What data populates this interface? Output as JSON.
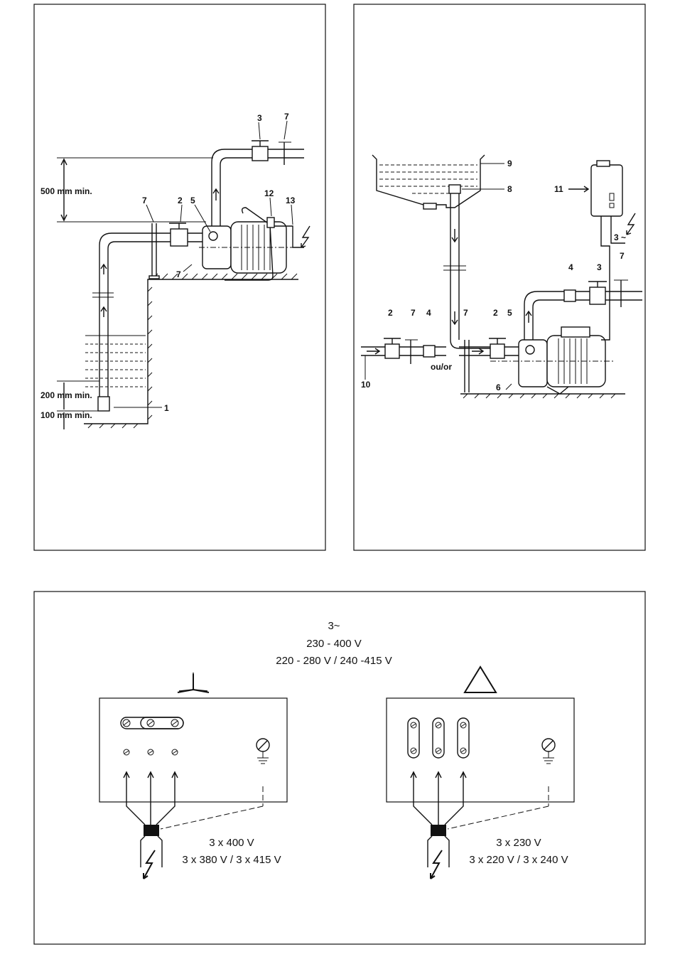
{
  "figure1": {
    "labels": {
      "n1": "1",
      "n2": "2",
      "n3": "3",
      "n5": "5",
      "n7a": "7",
      "n7b": "7",
      "n7c": "7",
      "n12": "12",
      "n13": "13"
    },
    "dimensions": {
      "d500": "500 mm min.",
      "d200": "200 mm min.",
      "d100": "100 mm min."
    }
  },
  "figure2": {
    "labels": {
      "n2a": "2",
      "n2b": "2",
      "n3": "3",
      "n4a": "4",
      "n4b": "4",
      "n5": "5",
      "n6": "6",
      "n7a": "7",
      "n7b": "7",
      "n7c": "7",
      "n8": "8",
      "n9": "9",
      "n10": "10",
      "n11": "11"
    },
    "ou_or": "ou/or",
    "three_phase": "3 ~"
  },
  "figure3": {
    "header": {
      "phase": "3~",
      "voltage_main": "230 - 400 V",
      "voltage_alt": "220 - 280 V / 240 -415 V"
    },
    "star": {
      "v1": "3 x 400 V",
      "v2": "3 x 380 V / 3 x 415 V"
    },
    "delta": {
      "v1": "3 x 230 V",
      "v2": "3 x 220 V / 3 x 240 V"
    }
  }
}
